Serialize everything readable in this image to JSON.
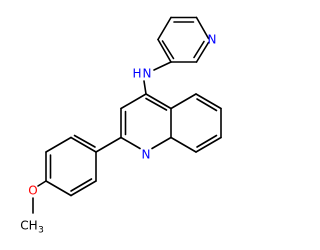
{
  "molecule": {
    "atoms": {
      "pyridine_n": "N",
      "amine_n": "N",
      "amine_h": "H",
      "quinoline_n": "N",
      "ether_o": "O",
      "methyl_c": "CH",
      "methyl_sub": "3"
    },
    "colors": {
      "bond": "#000000",
      "nitrogen": "#0000ff",
      "oxygen": "#ff0000",
      "carbon": "#000000"
    }
  }
}
